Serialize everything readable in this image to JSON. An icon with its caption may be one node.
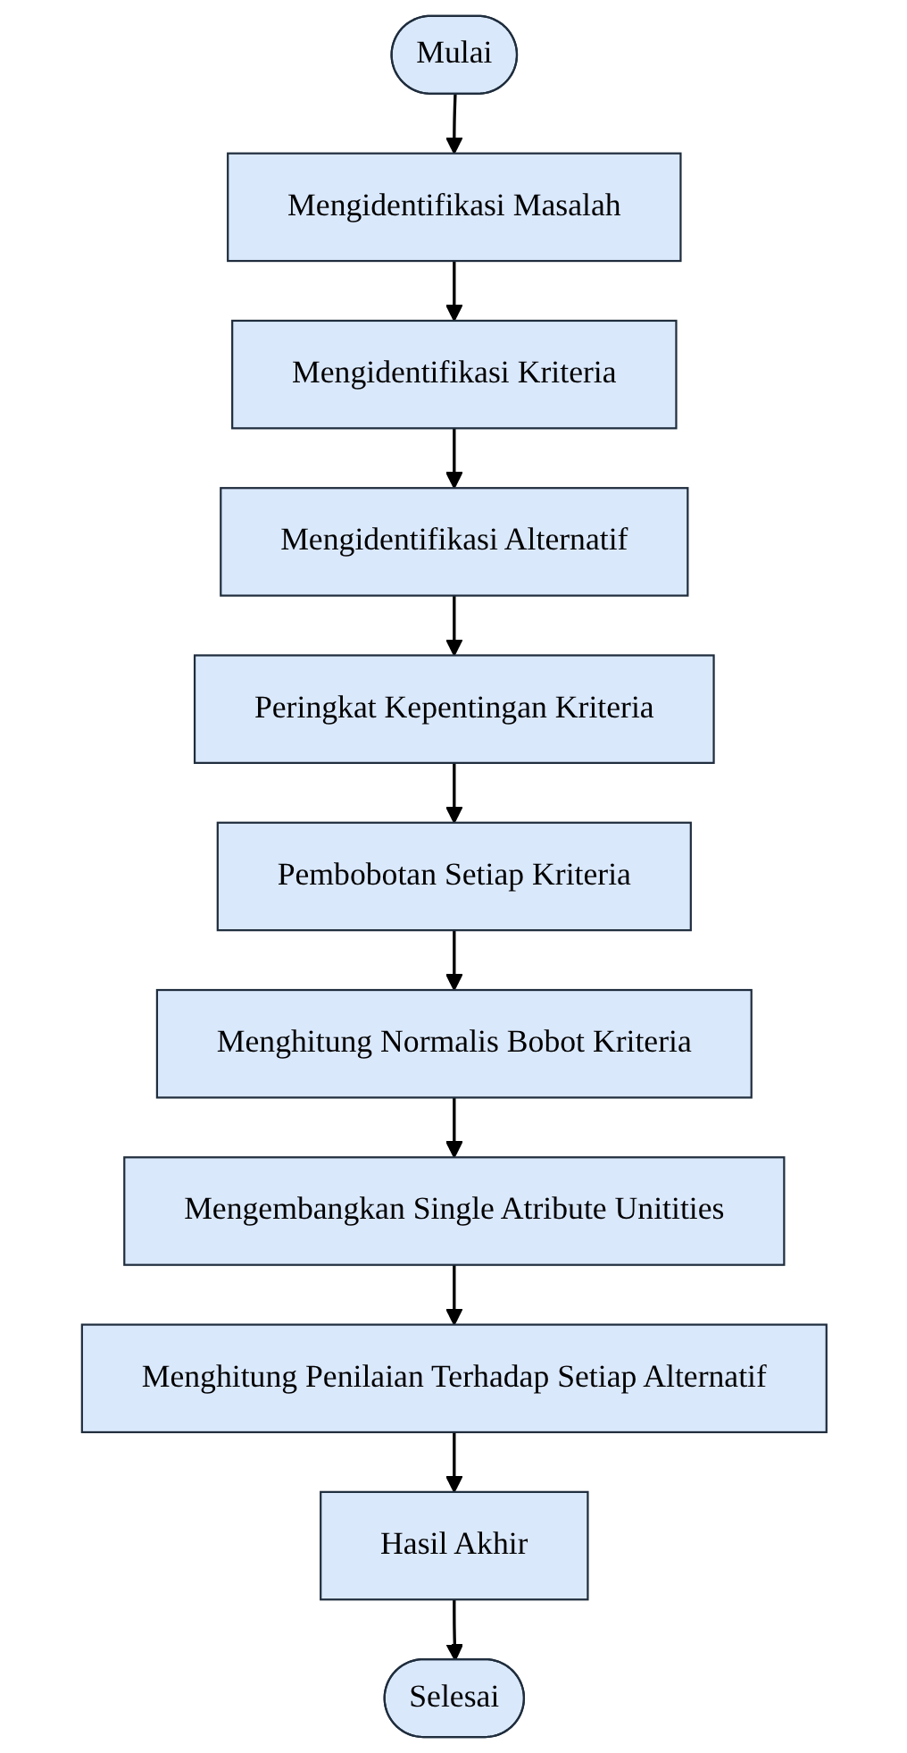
{
  "diagram": {
    "nodes": [
      {
        "text": [
          "Mulai"
        ]
      },
      {
        "text": [
          "Mengidentifikasi Masalah"
        ]
      },
      {
        "text": [
          "Mengidentifikasi Kriteria"
        ]
      },
      {
        "text": [
          "Mengidentifikasi Alternatif"
        ]
      },
      {
        "text": [
          "Peringkat Kepentingan Kriteria"
        ]
      },
      {
        "text": [
          "Pembobotan Setiap Kriteria"
        ]
      },
      {
        "text": [
          "Menghitung Normalis Bobot Kriteria"
        ]
      },
      {
        "text": [
          "Mengembangkan Single Atribute Unitities"
        ]
      },
      {
        "text": [
          "Menghitung Penilaian Terhadap Setiap Alternatif"
        ]
      },
      {
        "text": [
          "Hasil Akhir"
        ]
      },
      {
        "text": [
          "Selesai"
        ]
      }
    ],
    "edges": [
      {
        "from": 0,
        "to": 1,
        "arrow": "to"
      },
      {
        "from": 1,
        "to": 2,
        "arrow": "to"
      },
      {
        "from": 2,
        "to": 3,
        "arrow": "to"
      },
      {
        "from": 3,
        "to": 4,
        "arrow": "to"
      },
      {
        "from": 4,
        "to": 5,
        "arrow": "to"
      },
      {
        "from": 5,
        "to": 6,
        "arrow": "to"
      },
      {
        "from": 6,
        "to": 7,
        "arrow": "to"
      },
      {
        "from": 7,
        "to": 8,
        "arrow": "to"
      },
      {
        "from": 8,
        "to": 9,
        "arrow": "to"
      },
      {
        "from": 9,
        "to": 10,
        "arrow": "to"
      }
    ]
  }
}
